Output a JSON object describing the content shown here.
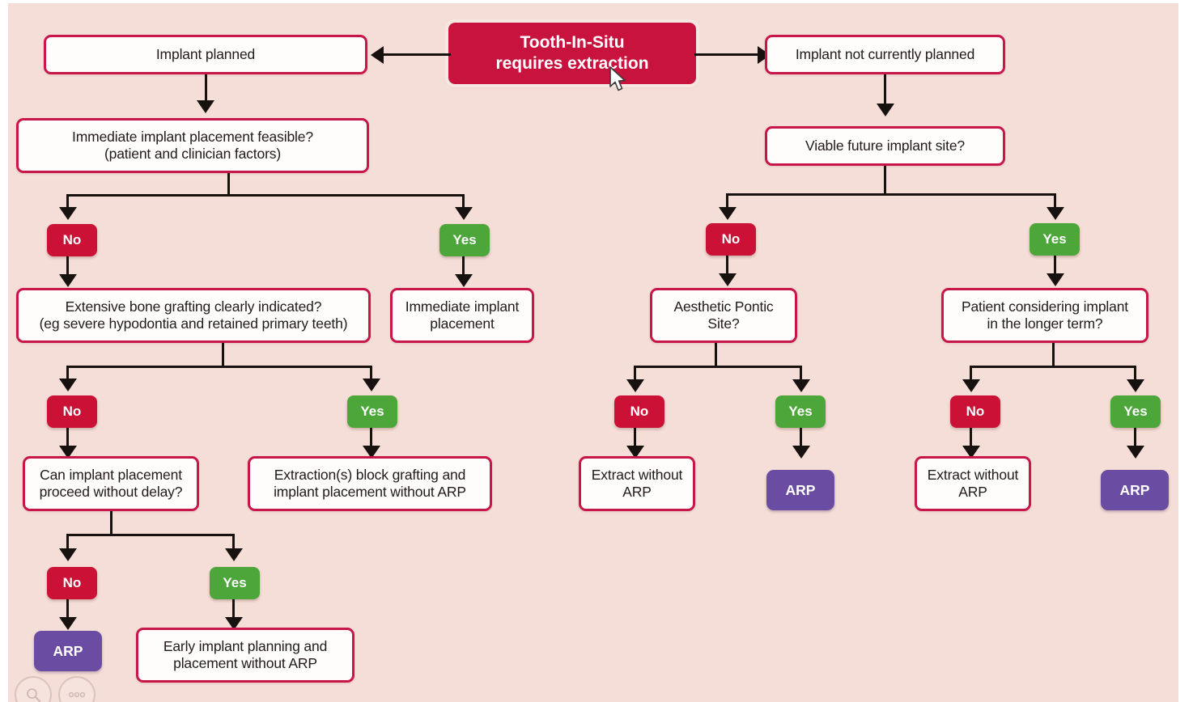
{
  "diagram": {
    "title": "Tooth-In-Situ extraction decision tree",
    "background_color": "#f5ded7",
    "colors": {
      "root_red": "#c8133f",
      "box_border": "#c8164a",
      "badge_no": "#cc1136",
      "badge_yes": "#4ca63a",
      "arp_purple": "#6a4da2",
      "connector": "#17120f",
      "text": "#211a18"
    },
    "root": {
      "line1": "Tooth-In-Situ",
      "line2": "requires extraction"
    },
    "left_branch": {
      "entry": "Implant planned",
      "q1_line1": "Immediate implant placement feasible?",
      "q1_line2": "(patient and clinician factors)",
      "q1_no_label": "No",
      "q1_yes_label": "Yes",
      "q1_yes_outcome_line1": "Immediate implant",
      "q1_yes_outcome_line2": "placement",
      "q2_line1": "Extensive bone grafting clearly indicated?",
      "q2_line2": "(eg severe hypodontia and retained primary teeth)",
      "q2_no_label": "No",
      "q2_yes_label": "Yes",
      "q2_yes_outcome_line1": "Extraction(s) block grafting and",
      "q2_yes_outcome_line2": "implant placement without ARP",
      "q3_line1": "Can implant placement",
      "q3_line2": "proceed without delay?",
      "q3_no_label": "No",
      "q3_yes_label": "Yes",
      "q3_no_outcome": "ARP",
      "q3_yes_outcome_line1": "Early implant planning and",
      "q3_yes_outcome_line2": "placement without ARP"
    },
    "right_branch": {
      "entry": "Implant not currently planned",
      "q1": "Viable future implant site?",
      "q1_no_label": "No",
      "q1_yes_label": "Yes",
      "no_path_question": "Aesthetic Pontic Site?",
      "no_path_no_label": "No",
      "no_path_yes_label": "Yes",
      "no_path_no_outcome_line1": "Extract without",
      "no_path_no_outcome_line2": "ARP",
      "no_path_yes_outcome": "ARP",
      "yes_path_question_line1": "Patient considering implant",
      "yes_path_question_line2": "in the longer term?",
      "yes_path_no_label": "No",
      "yes_path_yes_label": "Yes",
      "yes_path_no_outcome_line1": "Extract without",
      "yes_path_no_outcome_line2": "ARP",
      "yes_path_yes_outcome": "ARP"
    }
  },
  "viewer_controls": {
    "zoom_icon": "magnifier-icon",
    "more_icon": "more-options-icon"
  },
  "pointer": {
    "icon": "mouse-cursor"
  }
}
